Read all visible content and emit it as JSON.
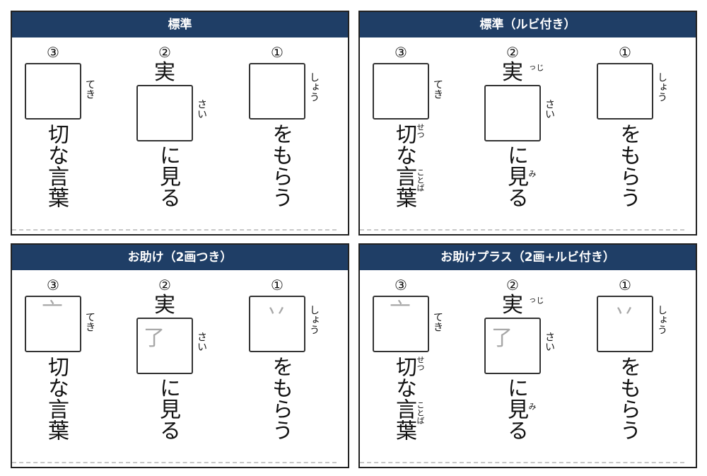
{
  "panels": [
    {
      "title": "標準",
      "hints": false,
      "ruby": false
    },
    {
      "title": "標準（ルビ付き）",
      "hints": false,
      "ruby": true
    },
    {
      "title": "お助け（2画つき）",
      "hints": true,
      "ruby": false
    },
    {
      "title": "お助けプラス（2画+ルビ付き）",
      "hints": true,
      "ruby": true
    }
  ],
  "questions": {
    "q3": {
      "number": "③",
      "reading": "てき",
      "text": "切な言葉",
      "ruby_setsu": "せつ",
      "ruby_kotoba": "ことば",
      "hint": "亠"
    },
    "q2": {
      "number": "②",
      "pre_text": "実",
      "pre_ruby": "じっ",
      "reading": "さい",
      "text": "に見る",
      "ruby_mi": "み",
      "hint": "了"
    },
    "q1": {
      "number": "①",
      "reading": "しょう",
      "text": "をもらう",
      "hint": "丷"
    }
  },
  "colors": {
    "header": "#1f3e66",
    "hint": "#a7a7a7"
  }
}
